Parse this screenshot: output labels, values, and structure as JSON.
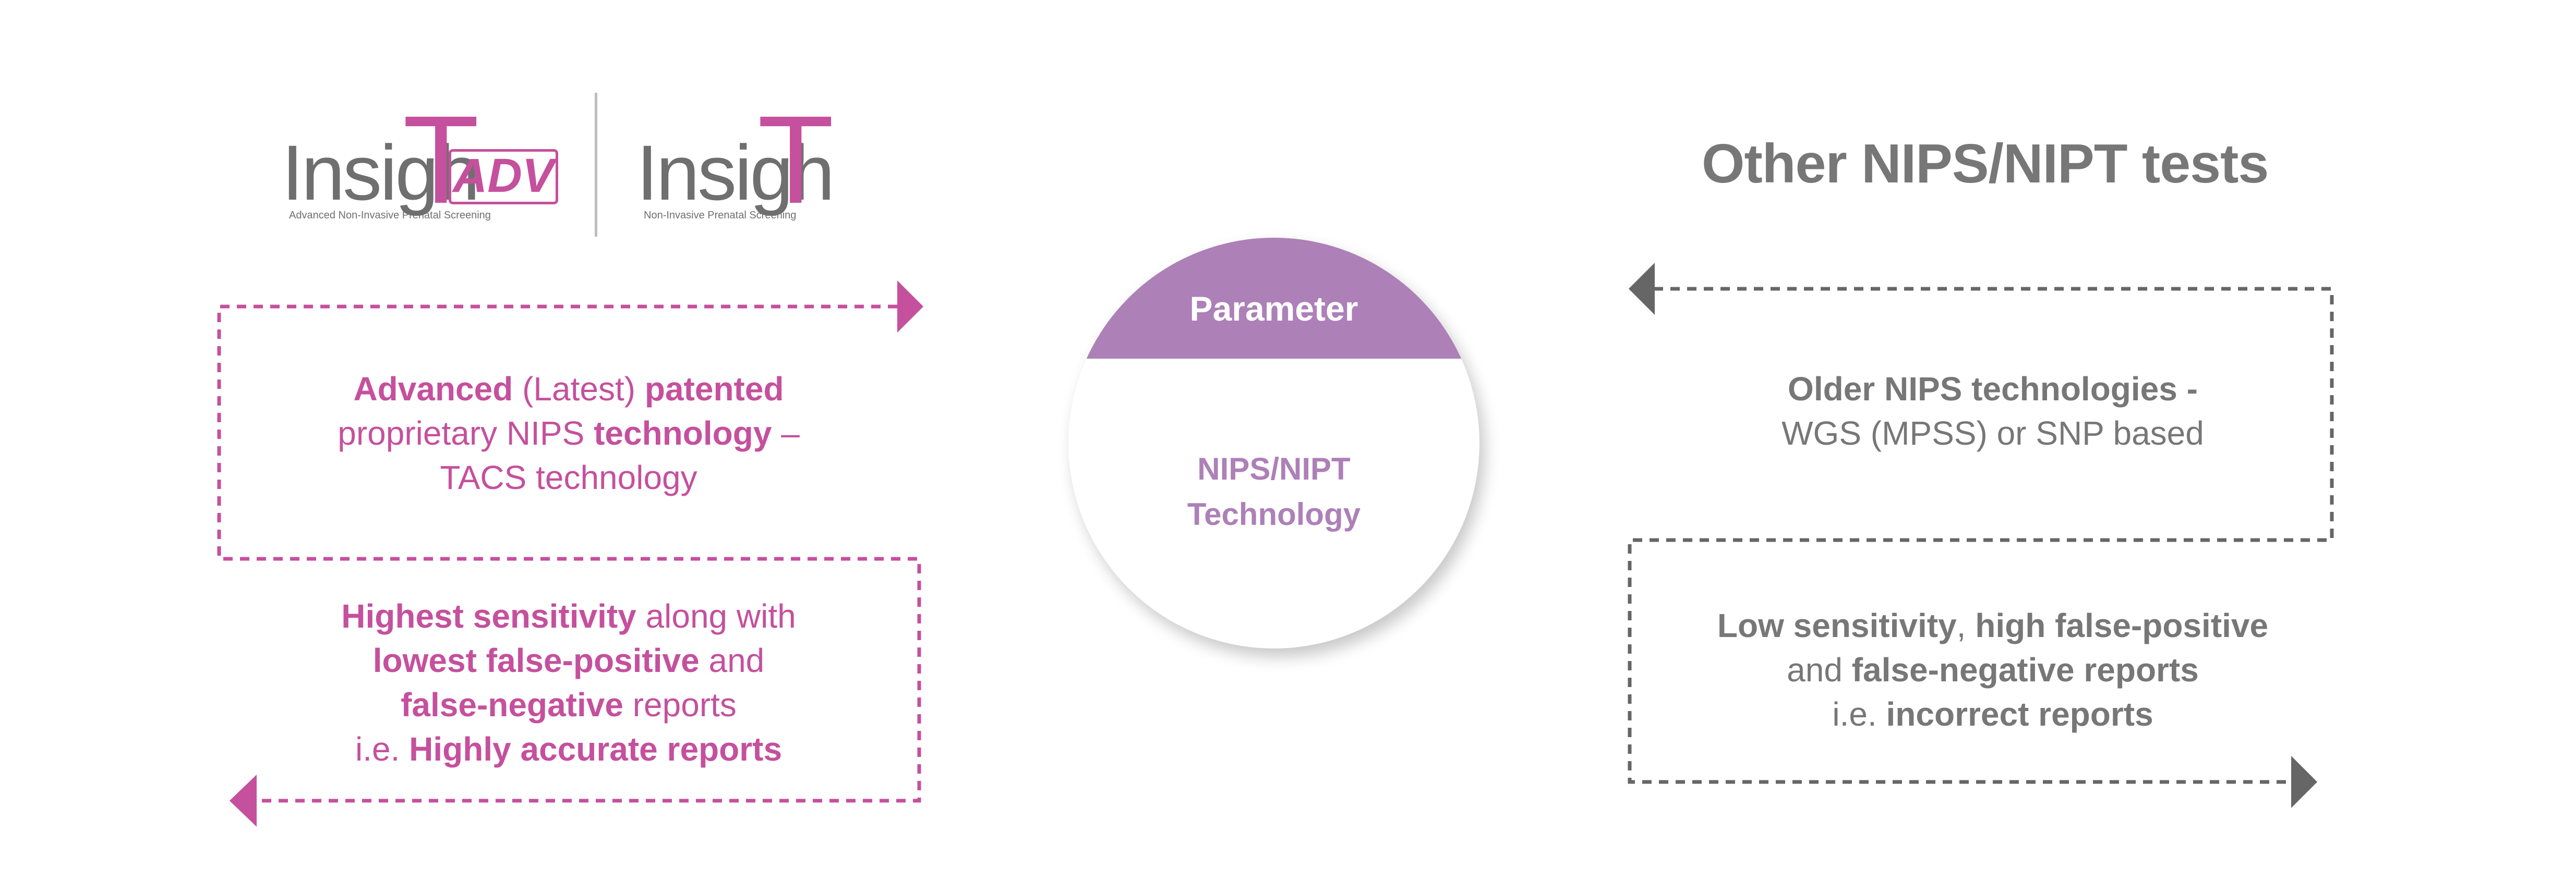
{
  "logos": {
    "adv": {
      "word": "Insigh",
      "letter": "T",
      "badge": "ADV",
      "subtitle": "Advanced Non-Invasive Prenatal Screening"
    },
    "standard": {
      "word": "Insigh",
      "letter": "T",
      "subtitle": "Non-Invasive Prenatal Screening"
    }
  },
  "other": {
    "title": "Other NIPS/NIPT tests"
  },
  "center": {
    "cap_label": "Parameter",
    "body_line1": "NIPS/NIPT",
    "body_line2": "Technology"
  },
  "left": {
    "top": {
      "l1a": "Advanced",
      "l1b": " (Latest) ",
      "l1c": "patented",
      "l2a": "proprietary NIPS ",
      "l2b": "technology",
      "l2c": " –",
      "l3": "TACS technology"
    },
    "bottom": {
      "l1a": "Highest sensitivity",
      "l1b": " along with",
      "l2a": "lowest false-positive",
      "l2b": " and",
      "l3a": "false-negative",
      "l3b": " reports",
      "l4a": "i.e. ",
      "l4b": "Highly accurate reports"
    }
  },
  "right": {
    "top": {
      "l1": "Older NIPS technologies -",
      "l2": "WGS (MPSS) or SNP based"
    },
    "bottom": {
      "l1a": "Low sensitivity",
      "l1b": ", ",
      "l1c": "high false-positive",
      "l2a": "and ",
      "l2b": "false-negative reports",
      "l3a": "i.e. ",
      "l3b": "incorrect reports"
    }
  },
  "colors": {
    "pink": "#c5509d",
    "grey": "#777777",
    "purple": "#ad80b8",
    "connector_grey": "#666666"
  }
}
